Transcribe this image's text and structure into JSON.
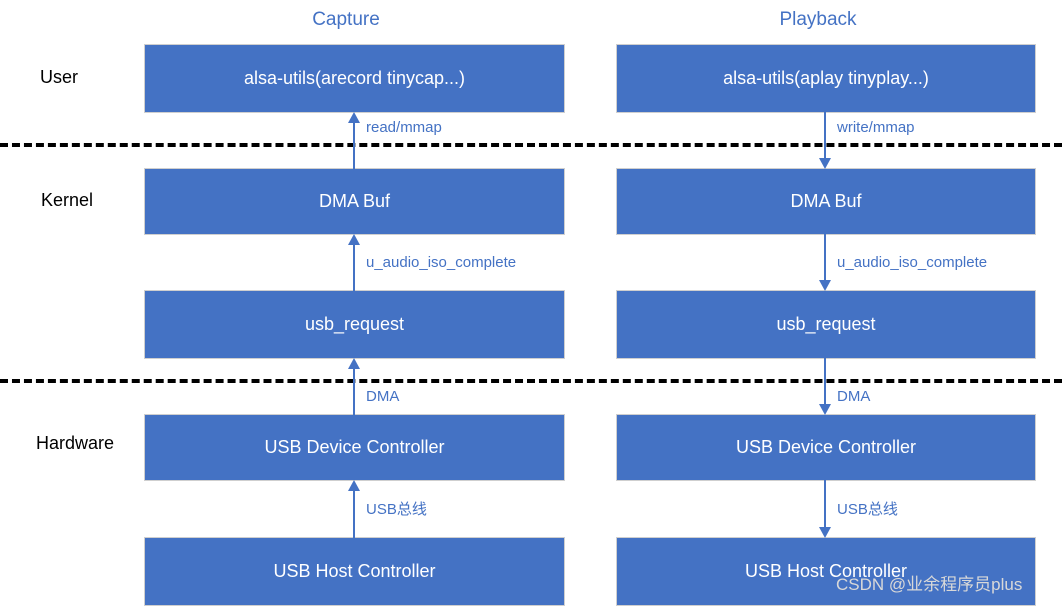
{
  "columns": {
    "capture": {
      "title": "Capture"
    },
    "playback": {
      "title": "Playback"
    }
  },
  "layers": [
    {
      "id": "user",
      "label": "User"
    },
    {
      "id": "kernel",
      "label": "Kernel"
    },
    {
      "id": "hardware",
      "label": "Hardware"
    }
  ],
  "blocks": {
    "capture": {
      "app": "alsa-utils(arecord tinycap...)",
      "dma_buf": "DMA Buf",
      "usb_request": "usb_request",
      "udc": "USB Device Controller",
      "uhc": "USB Host Controller"
    },
    "playback": {
      "app": "alsa-utils(aplay tinyplay...)",
      "dma_buf": "DMA Buf",
      "usb_request": "usb_request",
      "udc": "USB Device Controller",
      "uhc": "USB Host Controller"
    }
  },
  "edges": {
    "capture": {
      "app_dma": "read/mmap",
      "dma_req": "u_audio_iso_complete",
      "req_udc": "DMA",
      "udc_uhc": "USB总线"
    },
    "playback": {
      "app_dma": "write/mmap",
      "dma_req": "u_audio_iso_complete",
      "req_udc": "DMA",
      "udc_uhc": "USB总线"
    }
  },
  "watermark": "CSDN @业余程序员plus",
  "colors": {
    "block_fill": "#4472C4",
    "accent_text": "#4472C4",
    "divider": "#000000",
    "block_text": "#FFFFFF",
    "watermark": "#D8D8D8"
  }
}
